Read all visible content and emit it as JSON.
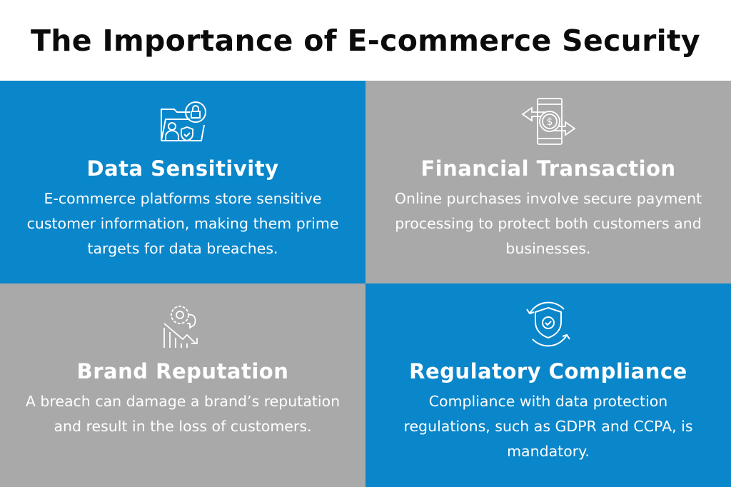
{
  "title": "The Importance of E-commerce Security",
  "colors": {
    "blue": "#0a86ca",
    "gray": "#a9a9a9"
  },
  "cards": [
    {
      "icon": "folder-user-lock-shield-icon",
      "heading": "Data Sensitivity",
      "text": "E-commerce platforms store sensitive customer information, making them prime targets for data breaches."
    },
    {
      "icon": "money-transfer-phone-icon",
      "heading": "Financial Transaction",
      "text": "Online purchases involve secure payment processing to protect both customers and businesses."
    },
    {
      "icon": "declining-chart-gear-icon",
      "heading": "Brand Reputation",
      "text": "A breach can damage a brand’s reputation and result in the loss of customers."
    },
    {
      "icon": "shield-check-cycle-icon",
      "heading": "Regulatory Compliance",
      "text": "Compliance with data protection regulations, such as GDPR and CCPA, is mandatory."
    }
  ]
}
